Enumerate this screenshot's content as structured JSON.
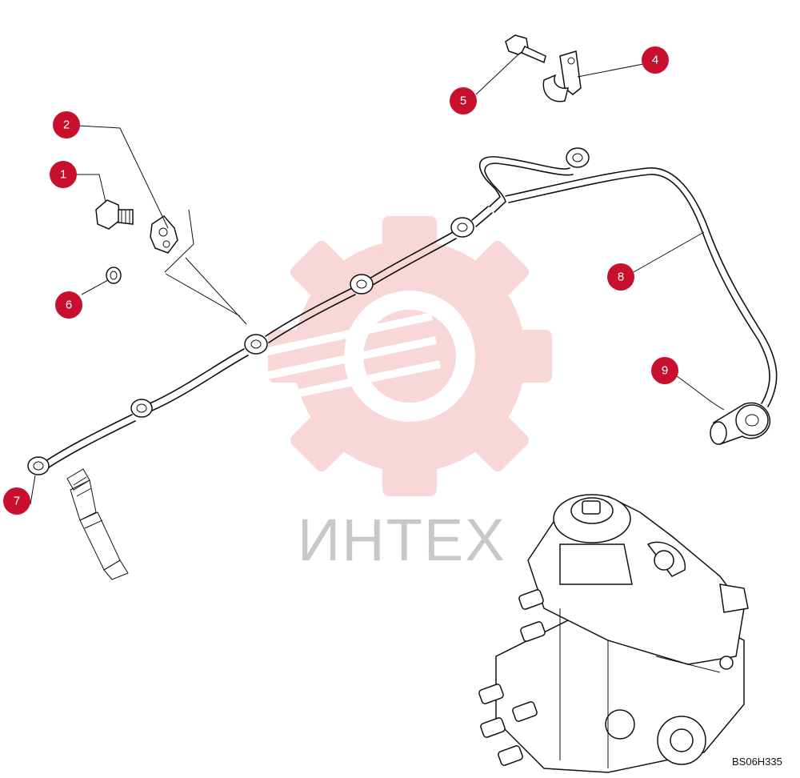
{
  "callouts": [
    {
      "id": "1",
      "label": "1"
    },
    {
      "id": "2",
      "label": "2"
    },
    {
      "id": "4",
      "label": "4"
    },
    {
      "id": "5",
      "label": "5"
    },
    {
      "id": "6",
      "label": "6"
    },
    {
      "id": "7",
      "label": "7"
    },
    {
      "id": "8",
      "label": "8"
    },
    {
      "id": "9",
      "label": "9"
    }
  ],
  "watermark": {
    "text": "ИНТЕХ",
    "color": "#f2b8b8"
  },
  "drawing_code": "BS06H335",
  "colors": {
    "callout": "#c8102e",
    "line": "#111111"
  }
}
